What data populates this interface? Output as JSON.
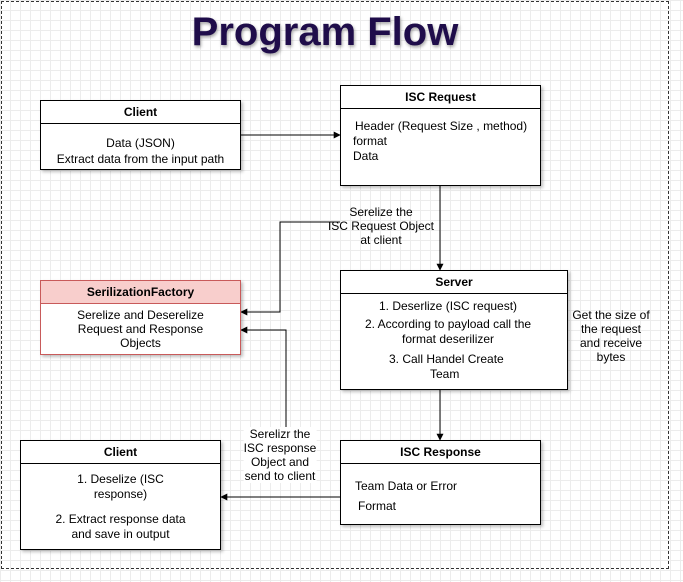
{
  "title": "Program Flow",
  "client_top": {
    "header": "Client",
    "lines": [
      "Data (JSON)",
      "Extract data from the input path"
    ]
  },
  "isc_request": {
    "header": "ISC Request",
    "lines": [
      "Header (Request Size , method)",
      "format",
      "Data"
    ]
  },
  "serialization_factory": {
    "header": "SerilizationFactory",
    "lines": [
      "Serelize and Deserelize",
      "Request and Response",
      "Objects"
    ]
  },
  "server": {
    "header": "Server",
    "lines": [
      "1. Deserlize (ISC request)",
      "2. According to payload call the",
      "format deserilizer",
      "3. Call Handel Create",
      "Team"
    ]
  },
  "isc_response": {
    "header": "ISC Response",
    "lines": [
      "Team Data or Error",
      "Format"
    ]
  },
  "client_bottom": {
    "header": "Client",
    "lines": [
      "1. Deselize (ISC",
      "response)",
      "2. Extract response data",
      "and save in output"
    ]
  },
  "notes": {
    "serialize_request": [
      "Serelize the",
      "ISC Request Object",
      "at client"
    ],
    "get_size": [
      "Get the size of",
      "the request",
      "and receive",
      "bytes"
    ],
    "serialize_response": [
      "Serelizr the",
      "ISC response",
      "Object and",
      "send to client"
    ]
  },
  "colors": {
    "title": "#1f0d4a",
    "factory_fill": "#f8cecc",
    "factory_border": "#c85a5a"
  }
}
